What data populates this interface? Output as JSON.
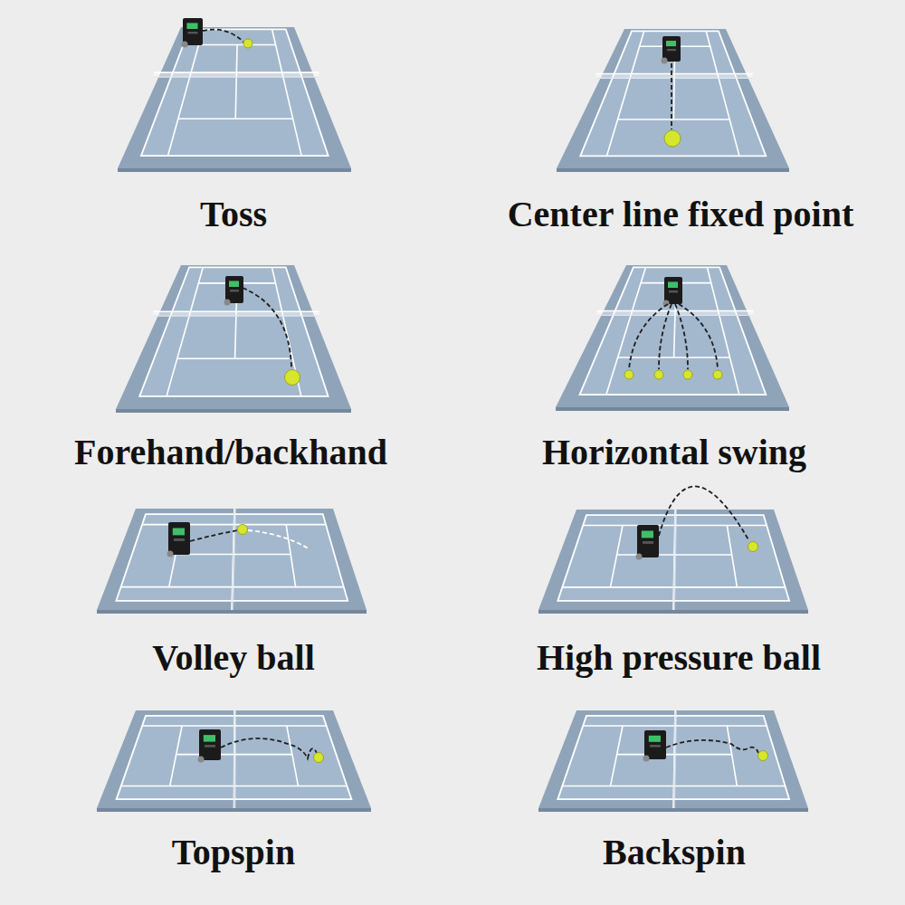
{
  "diagram": {
    "labels": [
      "Toss",
      "Center line fixed point",
      "Forehand/backhand",
      "Horizontal swing",
      "Volley ball",
      "High pressure ball",
      "Topspin",
      "Backspin"
    ]
  }
}
